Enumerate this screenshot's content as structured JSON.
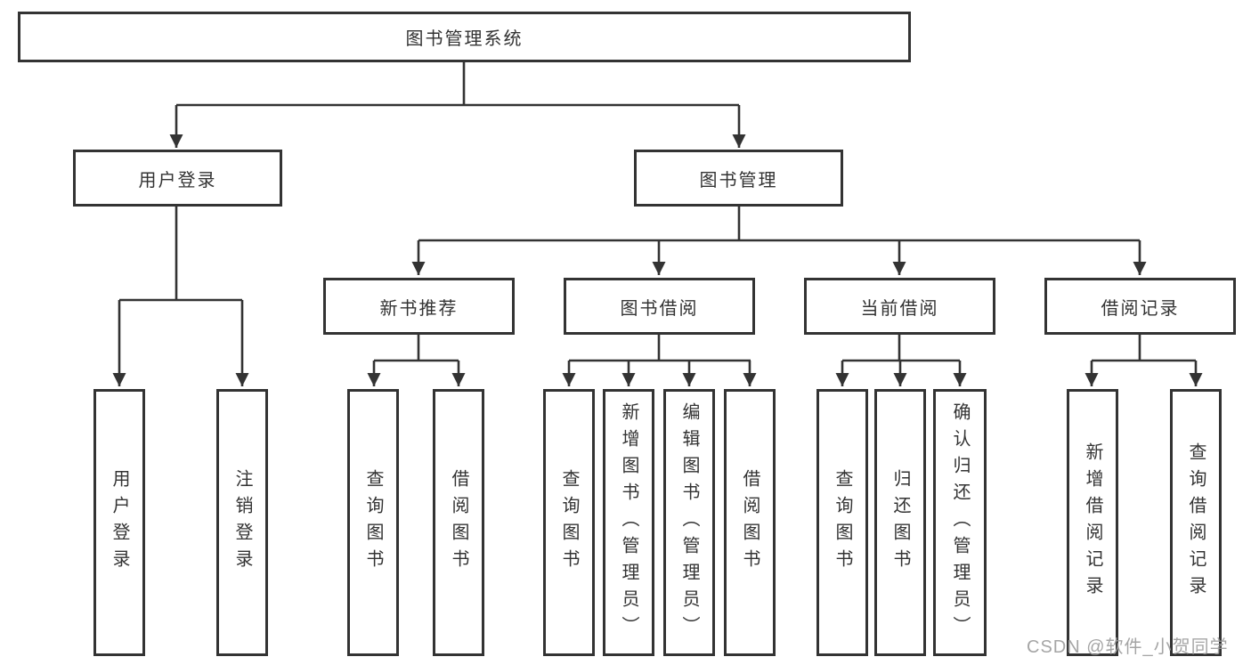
{
  "watermark": "CSDN @软件_小贺同学",
  "colors": {
    "line": "#333333",
    "text": "#333333",
    "box_fill": "#ffffff",
    "watermark": "#9b9b9b"
  },
  "tree": {
    "root": {
      "label": "图书管理系统"
    },
    "branches": [
      {
        "label": "用户登录",
        "children": [
          {
            "label": "用户登录"
          },
          {
            "label": "注销登录"
          }
        ]
      },
      {
        "label": "图书管理",
        "children": [
          {
            "label": "新书推荐",
            "children": [
              {
                "label": "查询图书"
              },
              {
                "label": "借阅图书"
              }
            ]
          },
          {
            "label": "图书借阅",
            "children": [
              {
                "label": "查询图书"
              },
              {
                "label": "新增图书（管理员）"
              },
              {
                "label": "编辑图书（管理员）"
              },
              {
                "label": "借阅图书"
              }
            ]
          },
          {
            "label": "当前借阅",
            "children": [
              {
                "label": "查询图书"
              },
              {
                "label": "归还图书"
              },
              {
                "label": "确认归还（管理员）"
              }
            ]
          },
          {
            "label": "借阅记录",
            "children": [
              {
                "label": "新增借阅记录"
              },
              {
                "label": "查询借阅记录"
              }
            ]
          }
        ]
      }
    ]
  }
}
